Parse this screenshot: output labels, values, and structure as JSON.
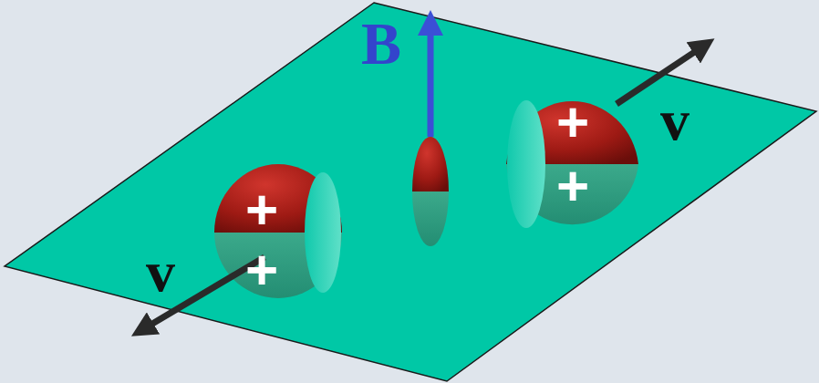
{
  "diagram": {
    "labels": [
      "B",
      "+",
      "+",
      "v",
      "+",
      "+",
      "v"
    ]
  }
}
